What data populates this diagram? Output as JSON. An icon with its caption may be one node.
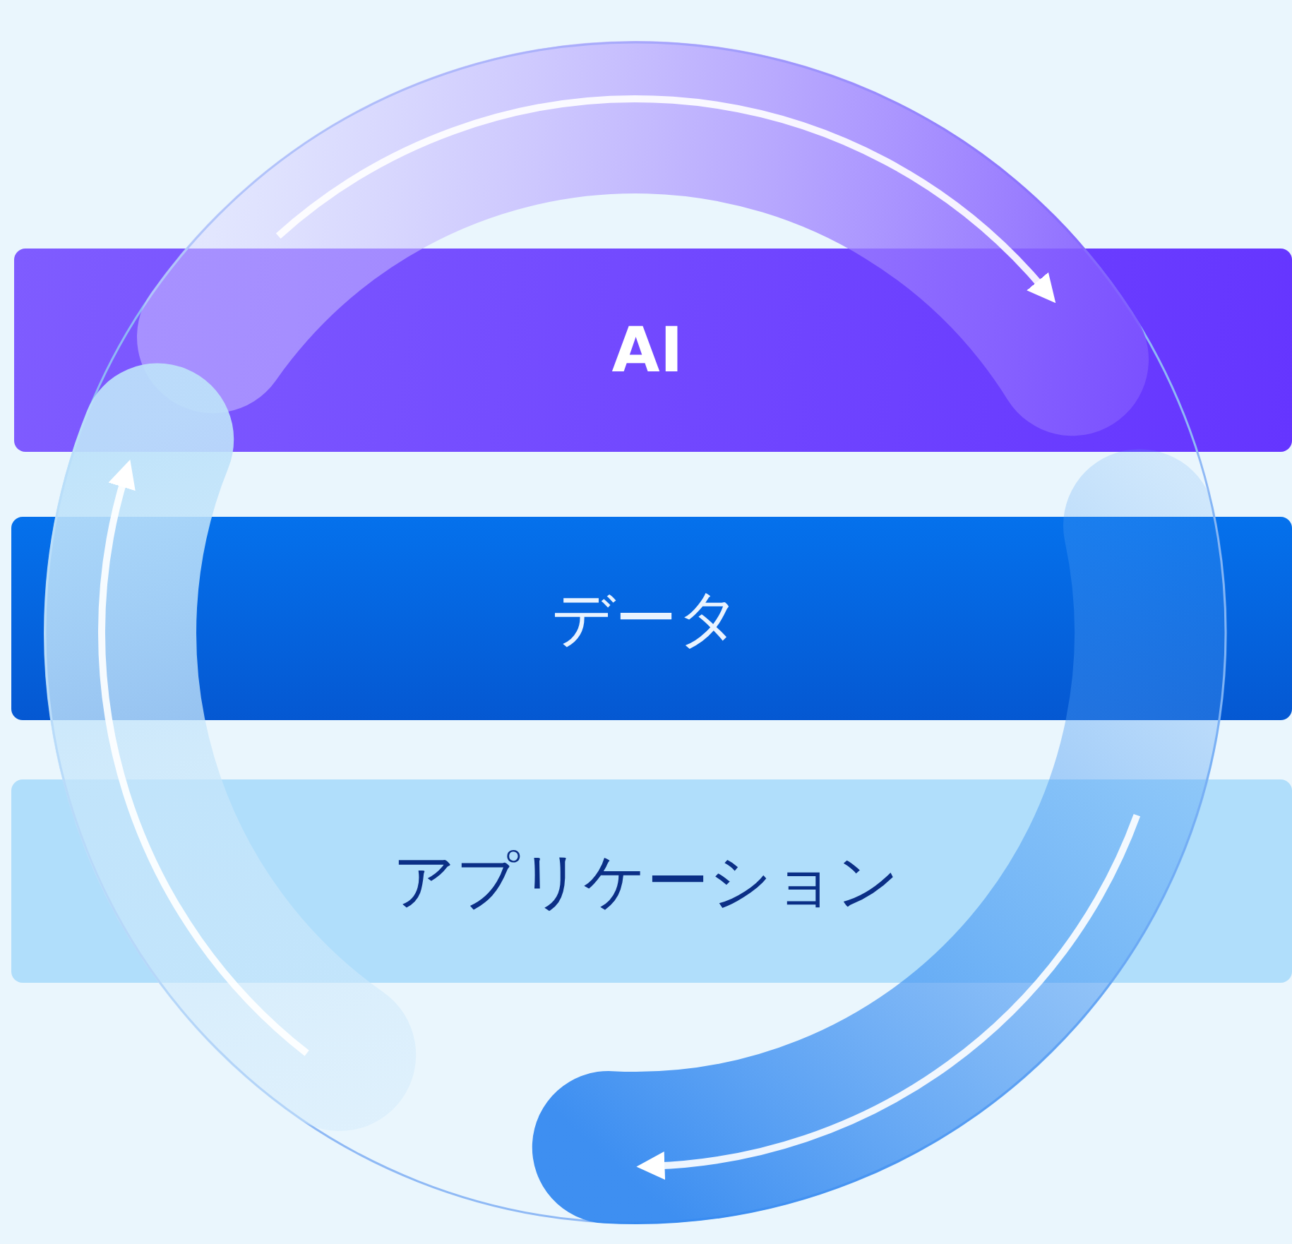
{
  "diagram": {
    "nodes": [
      {
        "text": [
          "AI"
        ]
      },
      {
        "text": [
          "データ"
        ]
      },
      {
        "text": [
          "アプリケーション"
        ]
      }
    ]
  }
}
